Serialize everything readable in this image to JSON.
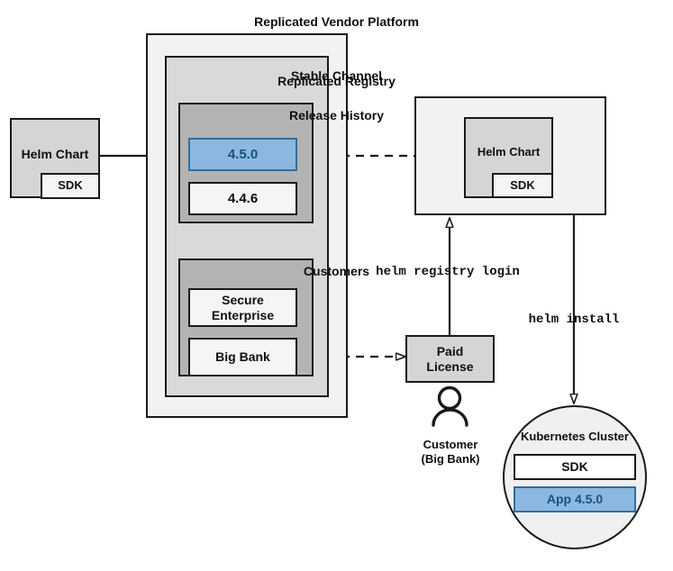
{
  "diagram": {
    "title_platform": "Replicated Vendor Platform",
    "title_registry": "Replicated Registry"
  },
  "vendor_platform": {
    "label": "Replicated Vendor Platform",
    "stable_channel": {
      "label": "Stable Channel",
      "release_history": {
        "label": "Release History",
        "releases": [
          {
            "version": "4.5.0",
            "highlighted": true
          },
          {
            "version": "4.4.6",
            "highlighted": false
          }
        ]
      },
      "customers": {
        "label": "Customers",
        "items": [
          {
            "name": "Secure\nEnterprise",
            "line1": "Secure",
            "line2": "Enterprise"
          },
          {
            "name": "Big Bank",
            "line1": "Big Bank",
            "line2": ""
          }
        ]
      }
    }
  },
  "source_chart": {
    "label": "Helm Chart",
    "sdk_label": "SDK"
  },
  "registry": {
    "label": "Replicated Registry",
    "chart_label": "Helm Chart",
    "sdk_label": "SDK"
  },
  "license": {
    "line1": "Paid",
    "line2": "License",
    "label": "Paid License"
  },
  "customer_actor": {
    "line1": "Customer",
    "line2": "(Big Bank)",
    "icon": "person-icon"
  },
  "cluster": {
    "label": "Kubernetes Cluster",
    "sdk_label": "SDK",
    "app_label": "App 4.5.0"
  },
  "commands": {
    "registry_login": "helm registry login",
    "helm_install": "helm install"
  },
  "colors": {
    "accent_blue_fill": "#8cb8e0",
    "accent_blue_border": "#2f6ea5",
    "accent_blue_text": "#15527f",
    "outer_fill": "#f2f2f2",
    "mid_fill": "#d9d9d9",
    "inner_fill": "#b3b3b3",
    "stroke": "#1a1a1a"
  }
}
